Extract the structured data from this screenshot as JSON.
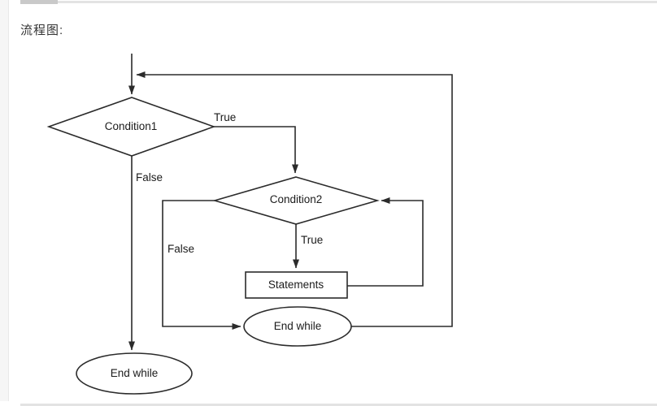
{
  "page": {
    "title": "流程图:"
  },
  "colors": {
    "line": "#2b2b2b",
    "text": "#1b1b1b",
    "rule": "#e3e3e3",
    "rule_thumb": "#c9c9c9",
    "side_strip": "#f6f6f6"
  },
  "flowchart": {
    "description": "Nested while-loop flowchart",
    "nodes": {
      "condition1": {
        "label": "Condition1",
        "type": "decision"
      },
      "condition2": {
        "label": "Condition2",
        "type": "decision"
      },
      "statements": {
        "label": "Statements",
        "type": "process"
      },
      "end_while_inner": {
        "label": "End while",
        "type": "terminator"
      },
      "end_while_outer": {
        "label": "End while",
        "type": "terminator"
      }
    },
    "edge_labels": {
      "condition1_true": "True",
      "condition1_false": "False",
      "condition2_true": "True",
      "condition2_false": "False"
    }
  }
}
